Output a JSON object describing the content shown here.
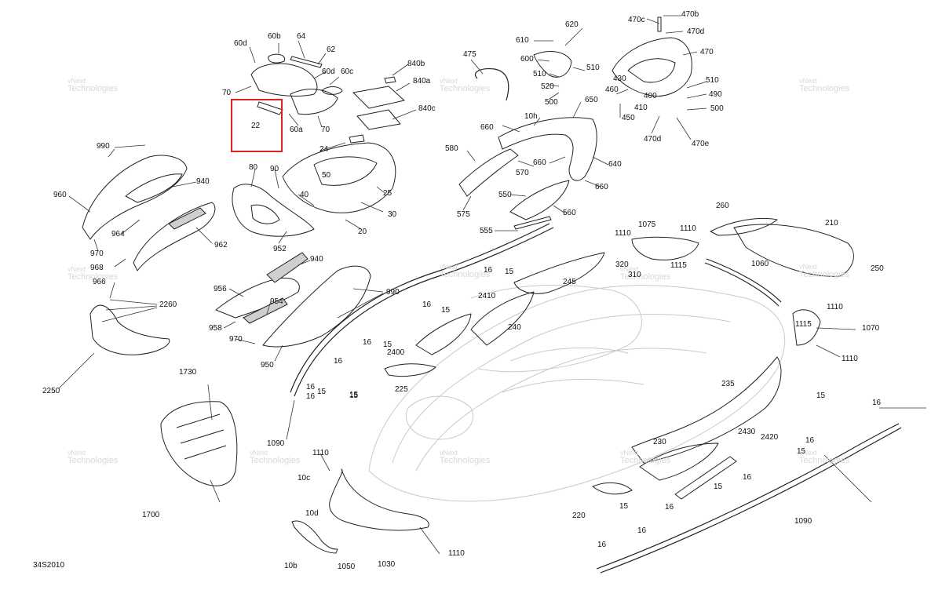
{
  "diagram": {
    "code": "34S2010",
    "highlight_label": "22",
    "watermark": {
      "line1": "vNext",
      "line2": "Technologies"
    },
    "labels": [
      {
        "id": "l60d",
        "t": "60d"
      },
      {
        "id": "l60b",
        "t": "60b"
      },
      {
        "id": "l64",
        "t": "64"
      },
      {
        "id": "l62",
        "t": "62"
      },
      {
        "id": "l60d2",
        "t": "60d"
      },
      {
        "id": "l60c",
        "t": "60c"
      },
      {
        "id": "l70a",
        "t": "70"
      },
      {
        "id": "l22",
        "t": "22"
      },
      {
        "id": "l60a",
        "t": "60a"
      },
      {
        "id": "l70b",
        "t": "70"
      },
      {
        "id": "l840b",
        "t": "840b"
      },
      {
        "id": "l840a",
        "t": "840a"
      },
      {
        "id": "l840c",
        "t": "840c"
      },
      {
        "id": "l475",
        "t": "475"
      },
      {
        "id": "l610",
        "t": "610"
      },
      {
        "id": "l620",
        "t": "620"
      },
      {
        "id": "l600",
        "t": "600"
      },
      {
        "id": "l510a",
        "t": "510"
      },
      {
        "id": "l520",
        "t": "520"
      },
      {
        "id": "l500a",
        "t": "500"
      },
      {
        "id": "l510b",
        "t": "510"
      },
      {
        "id": "l650",
        "t": "650"
      },
      {
        "id": "l470c",
        "t": "470c"
      },
      {
        "id": "l470b",
        "t": "470b"
      },
      {
        "id": "l470d",
        "t": "470d"
      },
      {
        "id": "l470",
        "t": "470"
      },
      {
        "id": "l430",
        "t": "430"
      },
      {
        "id": "l460",
        "t": "460"
      },
      {
        "id": "l400",
        "t": "400"
      },
      {
        "id": "l410",
        "t": "410"
      },
      {
        "id": "l450",
        "t": "450"
      },
      {
        "id": "l510c",
        "t": "510"
      },
      {
        "id": "l490",
        "t": "490"
      },
      {
        "id": "l500b",
        "t": "500"
      },
      {
        "id": "l470dd",
        "t": "470d"
      },
      {
        "id": "l470e",
        "t": "470e"
      },
      {
        "id": "l10h",
        "t": "10h"
      },
      {
        "id": "l660a",
        "t": "660"
      },
      {
        "id": "l580",
        "t": "580"
      },
      {
        "id": "l570",
        "t": "570"
      },
      {
        "id": "l660b",
        "t": "660"
      },
      {
        "id": "l640",
        "t": "640"
      },
      {
        "id": "l660c",
        "t": "660"
      },
      {
        "id": "l550",
        "t": "550"
      },
      {
        "id": "l560",
        "t": "560"
      },
      {
        "id": "l575",
        "t": "575"
      },
      {
        "id": "l555",
        "t": "555"
      },
      {
        "id": "l990a",
        "t": "990"
      },
      {
        "id": "l940a",
        "t": "940"
      },
      {
        "id": "l960",
        "t": "960"
      },
      {
        "id": "l964",
        "t": "964"
      },
      {
        "id": "l962",
        "t": "962"
      },
      {
        "id": "l970a",
        "t": "970"
      },
      {
        "id": "l968",
        "t": "968"
      },
      {
        "id": "l966",
        "t": "966"
      },
      {
        "id": "l2260",
        "t": "2260"
      },
      {
        "id": "l2250",
        "t": "2250"
      },
      {
        "id": "l24",
        "t": "24"
      },
      {
        "id": "l80",
        "t": "80"
      },
      {
        "id": "l90",
        "t": "90"
      },
      {
        "id": "l50",
        "t": "50"
      },
      {
        "id": "l40",
        "t": "40"
      },
      {
        "id": "l25",
        "t": "25"
      },
      {
        "id": "l30",
        "t": "30"
      },
      {
        "id": "l20",
        "t": "20"
      },
      {
        "id": "l952",
        "t": "952"
      },
      {
        "id": "l940b",
        "t": "940"
      },
      {
        "id": "l956",
        "t": "956"
      },
      {
        "id": "l954",
        "t": "954"
      },
      {
        "id": "l958",
        "t": "958"
      },
      {
        "id": "l970b",
        "t": "970"
      },
      {
        "id": "l950",
        "t": "950"
      },
      {
        "id": "l990b",
        "t": "990"
      },
      {
        "id": "l16a",
        "t": "16"
      },
      {
        "id": "l15a",
        "t": "15"
      },
      {
        "id": "l245",
        "t": "245"
      },
      {
        "id": "l16b",
        "t": "16"
      },
      {
        "id": "l15b",
        "t": "15"
      },
      {
        "id": "l2410",
        "t": "2410"
      },
      {
        "id": "l16c",
        "t": "16"
      },
      {
        "id": "l15c",
        "t": "15"
      },
      {
        "id": "l240",
        "t": "240"
      },
      {
        "id": "l16d",
        "t": "16"
      },
      {
        "id": "l15d",
        "t": "15"
      },
      {
        "id": "l2400",
        "t": "2400"
      },
      {
        "id": "l16e",
        "t": "16"
      },
      {
        "id": "l15e",
        "t": "15"
      },
      {
        "id": "l225",
        "t": "225"
      },
      {
        "id": "l16f",
        "t": "16"
      },
      {
        "id": "l15f",
        "t": "15"
      },
      {
        "id": "l1090a",
        "t": "1090"
      },
      {
        "id": "l1730",
        "t": "1730"
      },
      {
        "id": "l1700",
        "t": "1700"
      },
      {
        "id": "l1110a",
        "t": "1110"
      },
      {
        "id": "l10c",
        "t": "10c"
      },
      {
        "id": "l10d",
        "t": "10d"
      },
      {
        "id": "l1050",
        "t": "1050"
      },
      {
        "id": "l10b",
        "t": "10b"
      },
      {
        "id": "l1030",
        "t": "1030"
      },
      {
        "id": "l1110b",
        "t": "1110"
      },
      {
        "id": "l1110c",
        "t": "1110"
      },
      {
        "id": "l1075",
        "t": "1075"
      },
      {
        "id": "l1110d",
        "t": "1110"
      },
      {
        "id": "l260",
        "t": "260"
      },
      {
        "id": "l210",
        "t": "210"
      },
      {
        "id": "l320",
        "t": "320"
      },
      {
        "id": "l1115a",
        "t": "1115"
      },
      {
        "id": "l310",
        "t": "310"
      },
      {
        "id": "l1060",
        "t": "1060"
      },
      {
        "id": "l250",
        "t": "250"
      },
      {
        "id": "l1110e",
        "t": "1110"
      },
      {
        "id": "l1115b",
        "t": "1115"
      },
      {
        "id": "l1070",
        "t": "1070"
      },
      {
        "id": "l1110f",
        "t": "1110"
      },
      {
        "id": "l235",
        "t": "235"
      },
      {
        "id": "l15g",
        "t": "15"
      },
      {
        "id": "l16g",
        "t": "16"
      },
      {
        "id": "l16h",
        "t": "16"
      },
      {
        "id": "l15h",
        "t": "15"
      },
      {
        "id": "l230",
        "t": "230"
      },
      {
        "id": "l2430",
        "t": "2430"
      },
      {
        "id": "l2420",
        "t": "2420"
      },
      {
        "id": "l16i",
        "t": "16"
      },
      {
        "id": "l15i",
        "t": "15"
      },
      {
        "id": "l220",
        "t": "220"
      },
      {
        "id": "l15j",
        "t": "15"
      },
      {
        "id": "l16j",
        "t": "16"
      },
      {
        "id": "l16k",
        "t": "16"
      },
      {
        "id": "l16l",
        "t": "16"
      },
      {
        "id": "l1090b",
        "t": "1090"
      }
    ]
  }
}
